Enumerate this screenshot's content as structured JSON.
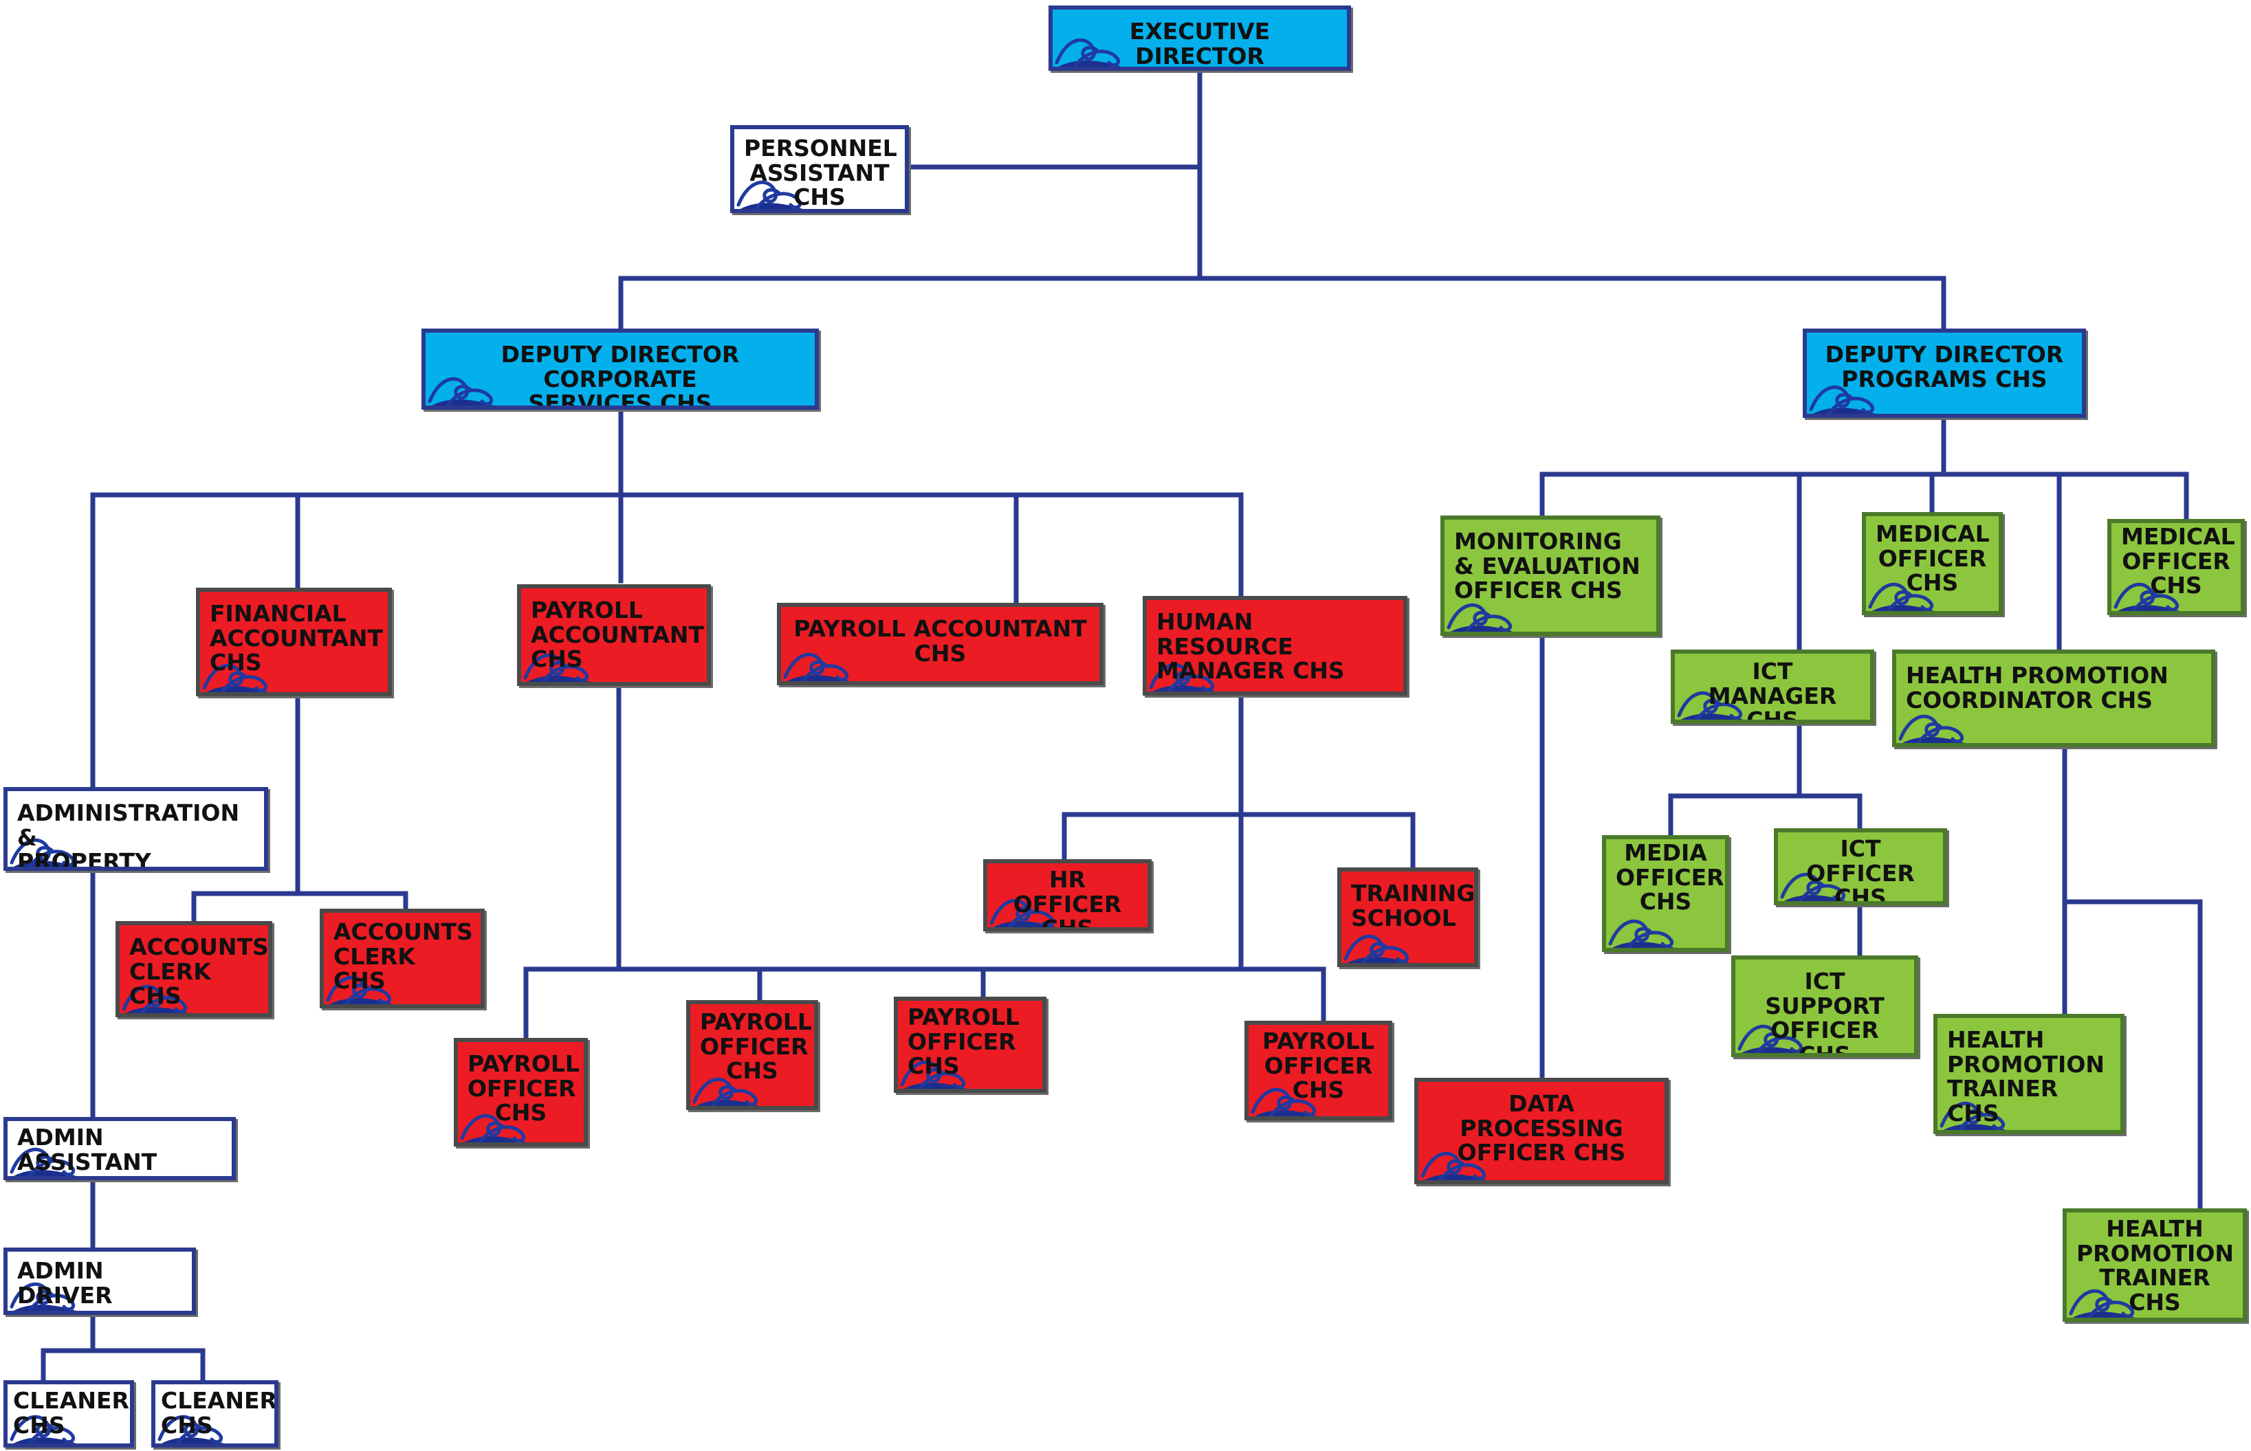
{
  "colors": {
    "executive": "#04b0ec",
    "corporate": "#ec1c24",
    "programs": "#8cc63f",
    "support": "#ffffff",
    "connector": "#2b3a8f"
  },
  "decoration": "swirl-ornament-icon",
  "nodes": {
    "executive_director": "EXECUTIVE DIRECTOR\nCHS",
    "personnel_assistant": "PERSONNEL\nASSISTANT\nCHS",
    "deputy_corporate": "DEPUTY DIRECTOR CORPORATE\nSERVICES CHS",
    "deputy_programs": "DEPUTY DIRECTOR\nPROGRAMS CHS",
    "financial_accountant": "FINANCIAL\nACCOUNTANT\nCHS",
    "payroll_accountant_1": "PAYROLL\nACCOUNTANT\nCHS",
    "payroll_accountant_2": "PAYROLL ACCOUNTANT\nCHS",
    "hr_manager": "HUMAN RESOURCE\nMANAGER CHS",
    "admin_property_officer": "ADMINISTRATION &\nPROPERTY OFFICER",
    "accounts_clerk_1": "ACCOUNTS\nCLERK CHS",
    "accounts_clerk_2": "ACCOUNTS\nCLERK CHS",
    "hr_officer": "HR OFFICER\nCHS",
    "training_school": "TRAINING\nSCHOOL",
    "payroll_officer_1": "PAYROLL\nOFFICER\nCHS",
    "payroll_officer_2": "PAYROLL\nOFFICER\nCHS",
    "payroll_officer_3": "PAYROLL\nOFFICER\nCHS",
    "payroll_officer_4": "PAYROLL\nOFFICER\nCHS",
    "admin_assistant": "ADMIN ASSISTANT\nCHS",
    "admin_driver": "ADMIN DRIVER\nCHS",
    "cleaner_1": "CLEANER\nCHS",
    "cleaner_2": "CLEANER\nCHS",
    "me_officer": "MONITORING\n& EVALUATION\nOFFICER CHS",
    "medical_officer_1": "MEDICAL\nOFFICER\nCHS",
    "medical_officer_2": "MEDICAL\nOFFICER\nCHS",
    "ict_manager": "ICT MANAGER\nCHS",
    "hp_coordinator": "HEALTH PROMOTION\nCOORDINATOR CHS",
    "media_officer": "MEDIA\nOFFICER\nCHS",
    "ict_officer": "ICT OFFICER\nCHS",
    "ict_support_officer": "ICT SUPPORT\nOFFICER CHS",
    "data_processing_officer": "DATA PROCESSING\nOFFICER CHS",
    "hp_trainer_1": "HEALTH\nPROMOTION\nTRAINER CHS",
    "hp_trainer_2": "HEALTH\nPROMOTION\nTRAINER CHS"
  }
}
